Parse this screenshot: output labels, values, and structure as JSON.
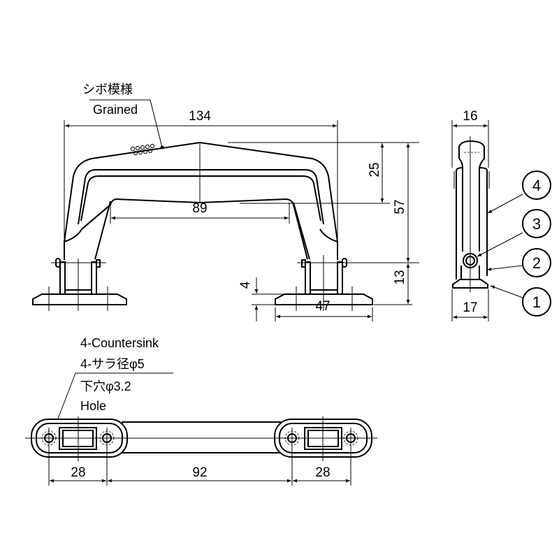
{
  "front_view": {
    "grain_label_jp": "シボ模様",
    "grain_label_en": "Grained",
    "dims": {
      "overall_width": "134",
      "inner_width": "89",
      "grip_height": "25",
      "total_height": "57",
      "base_height": "13",
      "plate_thickness": "4",
      "base_width": "47"
    }
  },
  "side_view": {
    "dims": {
      "top_width": "16",
      "base_width": "17"
    },
    "balloons": [
      "4",
      "3",
      "2",
      "1"
    ]
  },
  "bottom_view": {
    "note_en_1": "4-Countersink",
    "note_jp_1": "4-サラ径φ5",
    "note_jp_2": "下穴φ3.2",
    "note_en_2": "Hole",
    "dims": {
      "left_pitch": "28",
      "center_pitch": "92",
      "right_pitch": "28"
    }
  }
}
